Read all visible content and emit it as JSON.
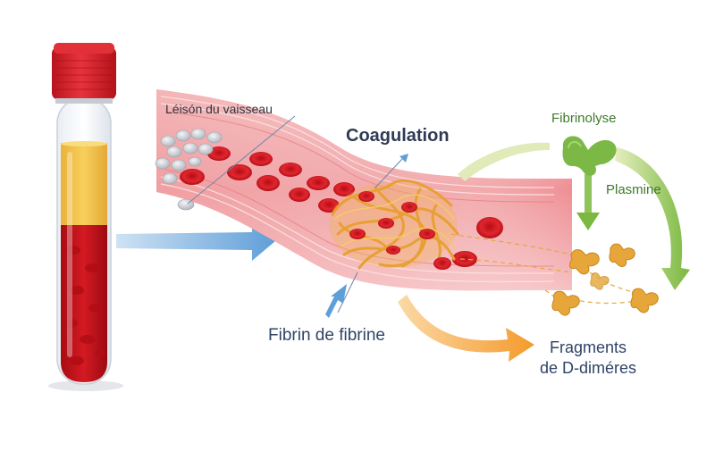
{
  "labels": {
    "lesion": "Léisón du vaisseau",
    "coagulation": "Coagulation",
    "fibrinolysis": "Fibrinolyse",
    "plasmin": "Plasmine",
    "fibrin": "Fibrin de fibrine",
    "fragments_line1": "Fragments",
    "fragments_line2": "de D-diméres"
  },
  "colors": {
    "tube_cap": "#d8202b",
    "blood": "#c8101a",
    "plasma": "#f4c24a",
    "vessel": "#f3a6a8",
    "fibrin": "#e9a23a",
    "platelet": "#c7cbd2",
    "blue_arrow": "#5f9fd8",
    "green": "#6cb33f",
    "orange": "#f5a23c",
    "fragment": "#e6a63a"
  },
  "icons": [
    "blood-tube-icon",
    "platelet-icon",
    "red-blood-cell-icon",
    "fibrin-clot-icon",
    "plasmin-enzyme-icon",
    "d-dimer-fragment-icon"
  ]
}
